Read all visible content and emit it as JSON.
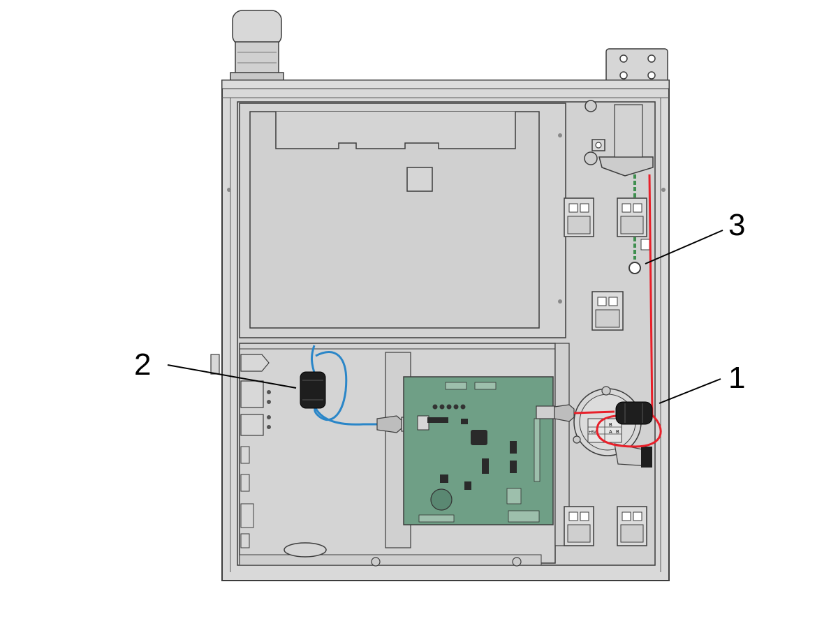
{
  "callouts": {
    "one": "1",
    "two": "2",
    "three": "3"
  },
  "board_labels": {
    "b": "B",
    "a": "A",
    "b2": "B",
    "plus_6v": "+6V"
  },
  "colors": {
    "enclosure": "#d9d9d9",
    "panel": "#cfcfcf",
    "outline": "#3c3c3c",
    "pcb": "#6f9f86",
    "red_wire": "#e8202a",
    "blue_wire": "#2a86c8",
    "green_wire": "#3f8f4f",
    "ferrite": "#1e1e1e"
  },
  "icons": [
    "beacon-light-icon",
    "hinge-plate-icon",
    "ferrite-core-icon",
    "terminal-block-icon",
    "ring-terminal-icon"
  ]
}
